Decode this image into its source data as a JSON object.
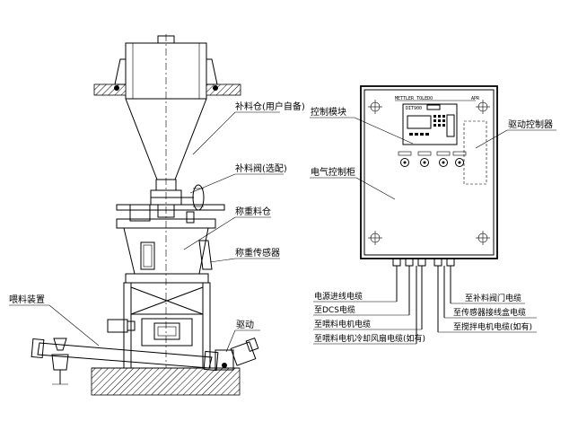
{
  "left_labels": {
    "hopper": "补料仓(用户自备)",
    "valve": "补料阀(选配)",
    "weigh_bin": "称重料仓",
    "sensor": "称重传感器",
    "feeder": "喂料装置",
    "drive": "驱动"
  },
  "cabinet": {
    "brand": "METTLER TOLEDO",
    "brand_suffix": "APR",
    "panel_title": "DIT900",
    "control_module_label": "控制模块",
    "drive_controller_label": "驱动控制器",
    "cabinet_label": "电气控制柜"
  },
  "cables": {
    "left": [
      "电源进线电缆",
      "至DCS电缆",
      "至喂料电机电缆",
      "至喂料电机冷却风扇电缆(如有)"
    ],
    "right": [
      "至补料阀门电缆",
      "至传感器接线盒电缆",
      "至搅拌电机电缆(如有)"
    ]
  }
}
